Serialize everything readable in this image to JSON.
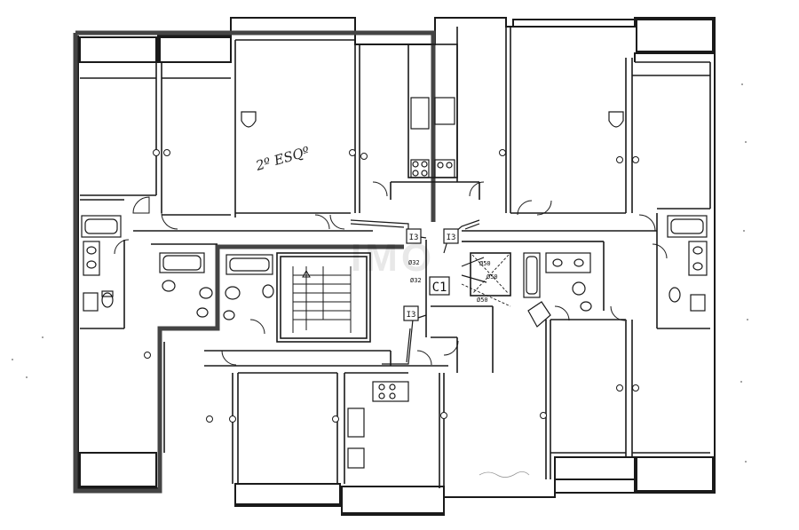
{
  "plan": {
    "handwritten_note": "2º ESQº",
    "watermark": "IMO",
    "riser_labels": [
      "I3",
      "I3",
      "I3"
    ],
    "shaft_label": "C1",
    "pipe_labels": [
      "Ø32",
      "Ø32",
      "Ø50",
      "Ø50",
      "Ø50"
    ],
    "colors": {
      "paper": "#ffffff",
      "ink": "#1a1a1a",
      "highlight": "#444444"
    }
  }
}
